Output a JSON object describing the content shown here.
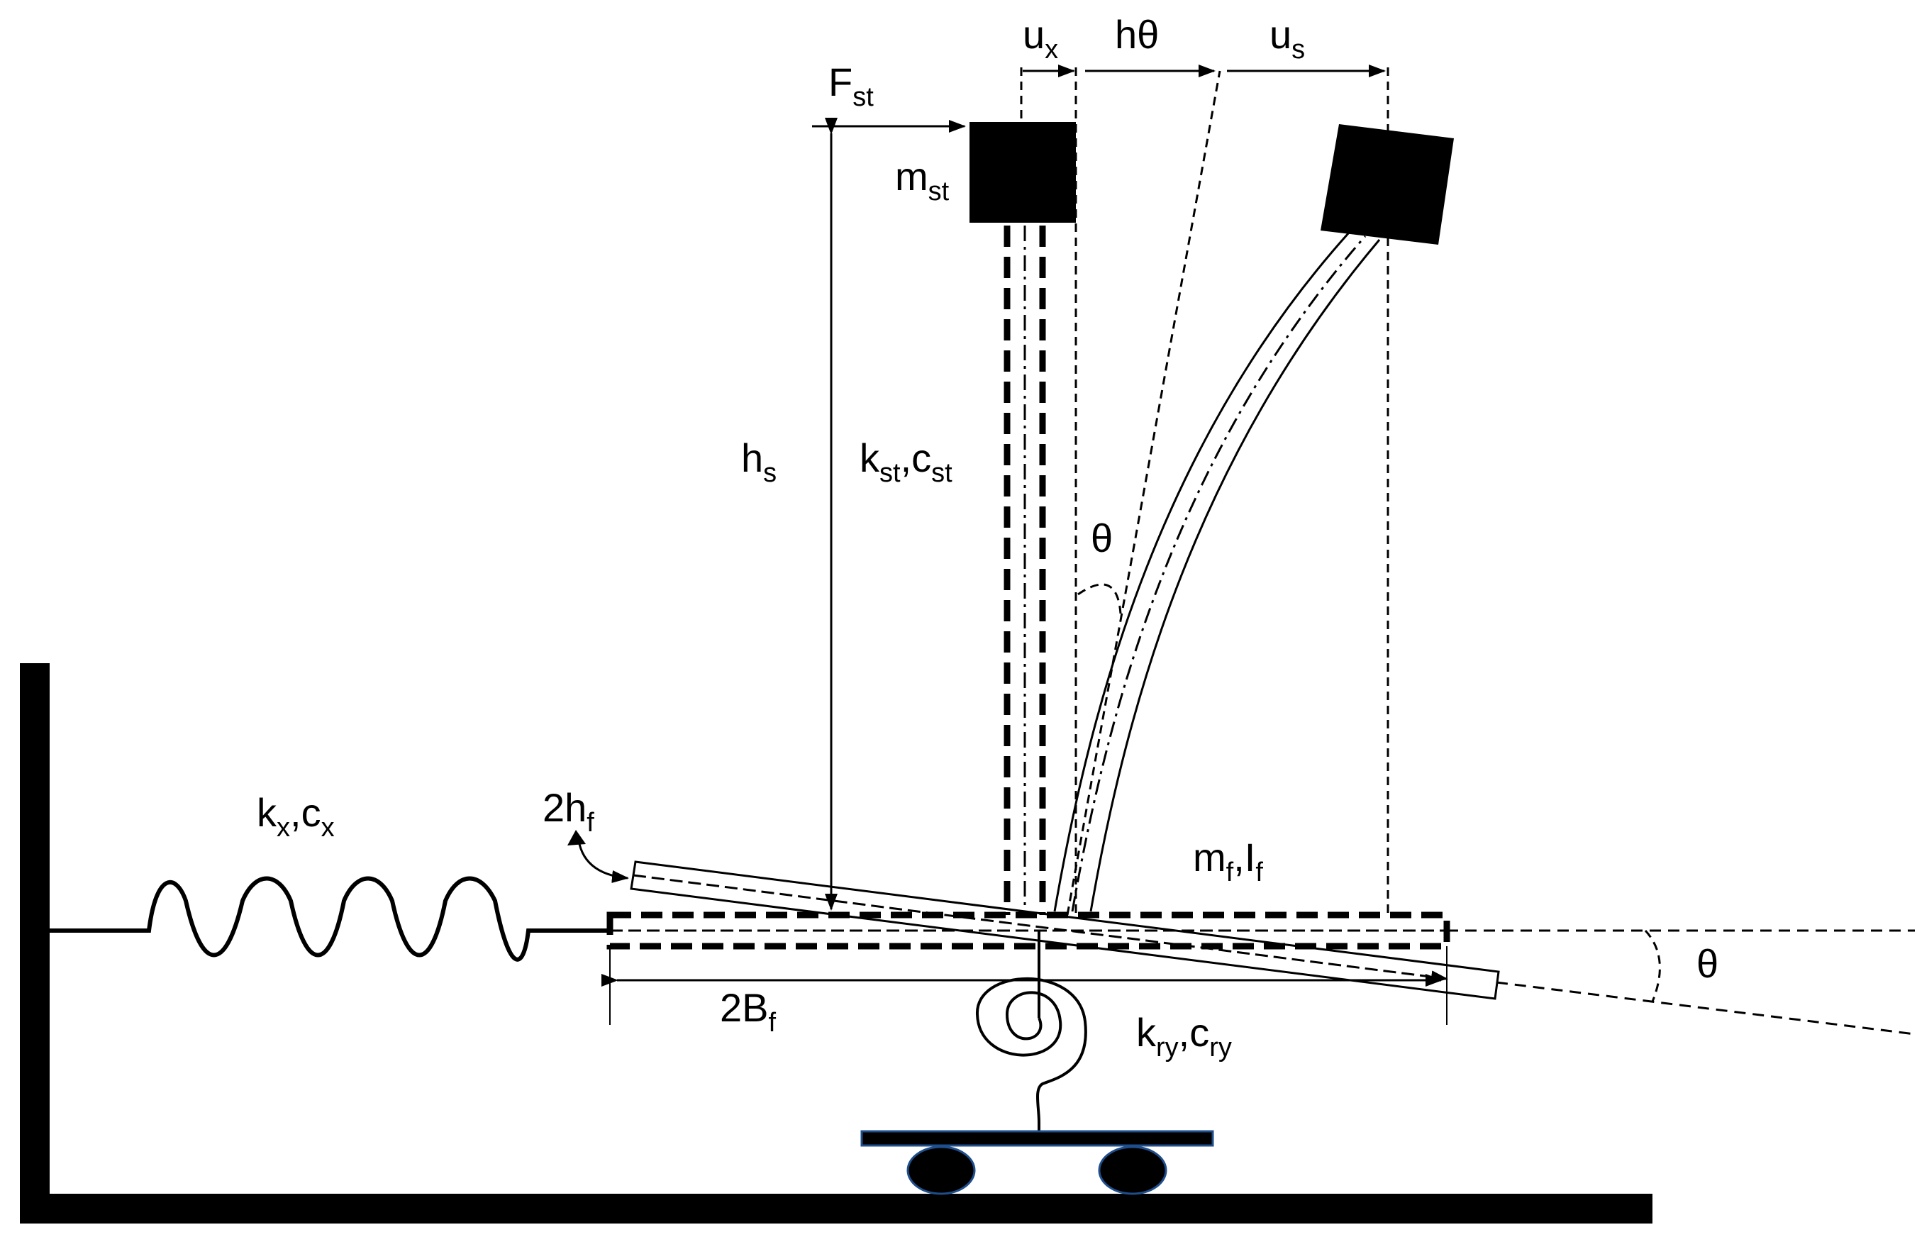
{
  "labels": {
    "ux": {
      "main": "u",
      "sub": "x"
    },
    "htheta": {
      "main": "hθ"
    },
    "us": {
      "main": "u",
      "sub": "s"
    },
    "fst": {
      "main": "F",
      "sub": "st"
    },
    "mst": {
      "main": "m",
      "sub": "st"
    },
    "hs": {
      "main": "h",
      "sub": "s"
    },
    "kst": {
      "main1": "k",
      "sub1": "st",
      "sep": ",",
      "main2": "c",
      "sub2": "st"
    },
    "theta_top": {
      "main": "θ"
    },
    "kx": {
      "main1": "k",
      "sub1": "x",
      "sep": ",",
      "main2": "c",
      "sub2": "x"
    },
    "twohf": {
      "main": "2h",
      "sub": "f"
    },
    "mf": {
      "main1": "m",
      "sub1": "f",
      "sep": ",",
      "main2": "I",
      "sub2": "f"
    },
    "theta_right": {
      "main": "θ"
    },
    "twobf": {
      "main": "2B",
      "sub": "f"
    },
    "kry": {
      "main1": "k",
      "sub1": "ry",
      "sep": ",",
      "main2": "c",
      "sub2": "ry"
    }
  },
  "colors": {
    "ink": "#000000",
    "wheel_outline": "#1f4e8c"
  }
}
